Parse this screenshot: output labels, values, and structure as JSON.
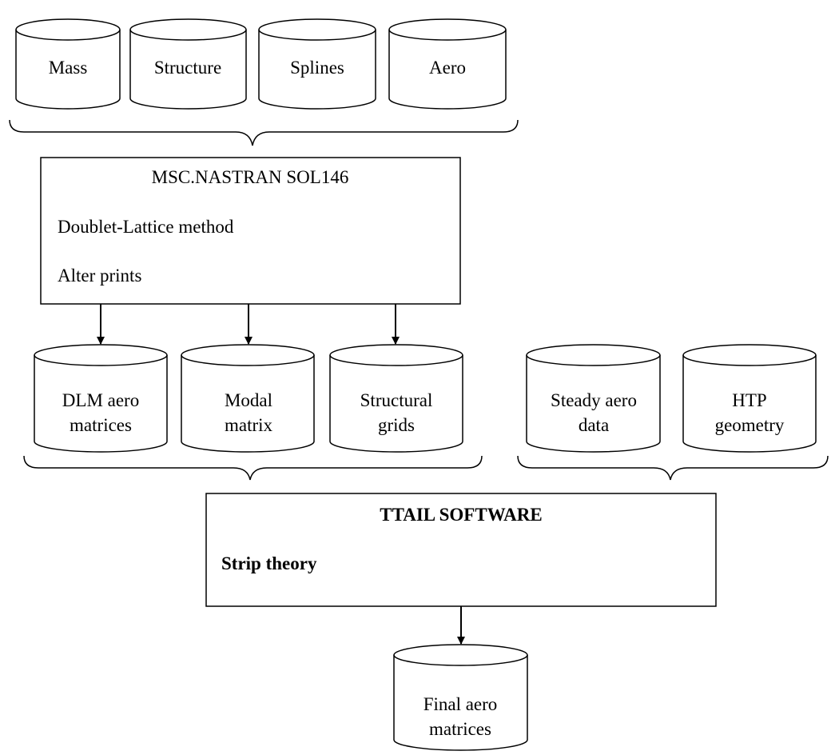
{
  "inputs": {
    "mass": "Mass",
    "structure": "Structure",
    "splines": "Splines",
    "aero": "Aero"
  },
  "nastran": {
    "title": "MSC.NASTRAN SOL146",
    "method": "Doublet-Lattice method",
    "alter": "Alter prints"
  },
  "outputs": {
    "dlm_line1": "DLM aero",
    "dlm_line2": "matrices",
    "modal_line1": "Modal",
    "modal_line2": "matrix",
    "structural_line1": "Structural",
    "structural_line2": "grids"
  },
  "external": {
    "steady_line1": "Steady aero",
    "steady_line2": "data",
    "htp_line1": "HTP",
    "htp_line2": "geometry"
  },
  "ttail": {
    "title": "TTAIL SOFTWARE",
    "method": "Strip theory"
  },
  "final": {
    "line1": "Final aero",
    "line2": "matrices"
  }
}
